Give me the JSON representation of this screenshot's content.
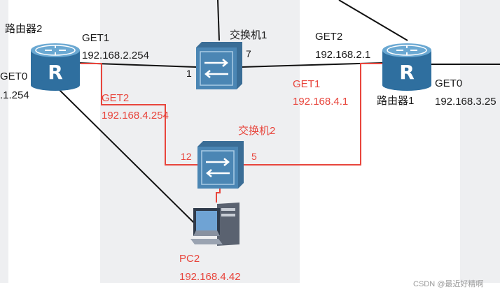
{
  "colors": {
    "background": "#ffffff",
    "band": "#eeeff1",
    "black_link": "#111111",
    "red_link": "#e8453c",
    "router_blue": "#2f6f9f",
    "switch_blue": "#3a6d96"
  },
  "devices": {
    "router2": {
      "name": "路由器2",
      "icon": "router-icon"
    },
    "router1": {
      "name": "路由器1",
      "icon": "router-icon"
    },
    "switch1": {
      "name": "交换机1",
      "icon": "switch-icon"
    },
    "switch2": {
      "name": "交换机2",
      "icon": "switch-icon"
    },
    "pc2": {
      "name": "PC2",
      "icon": "pc-icon",
      "ip": "192.168.4.42"
    }
  },
  "labels": {
    "r2_get1": "GET1",
    "r2_get1_ip": "192.168.2.254",
    "r2_get0": "GET0",
    "r2_get0_ip": ".1.254",
    "r2_get2": "GET2",
    "r2_get2_ip": "192.168.4.254",
    "s1_port_left": "1",
    "s1_port_right": "7",
    "r1_get2": "GET2",
    "r1_get2_ip": "192.168.2.1",
    "r1_get1": "GET1",
    "r1_get1_ip": "192.168.4.1",
    "r1_get0": "GET0",
    "r1_get0_ip": "192.168.3.25",
    "s2_port_left": "12",
    "s2_port_right": "5"
  },
  "watermark": "CSDN @最近好精啊"
}
